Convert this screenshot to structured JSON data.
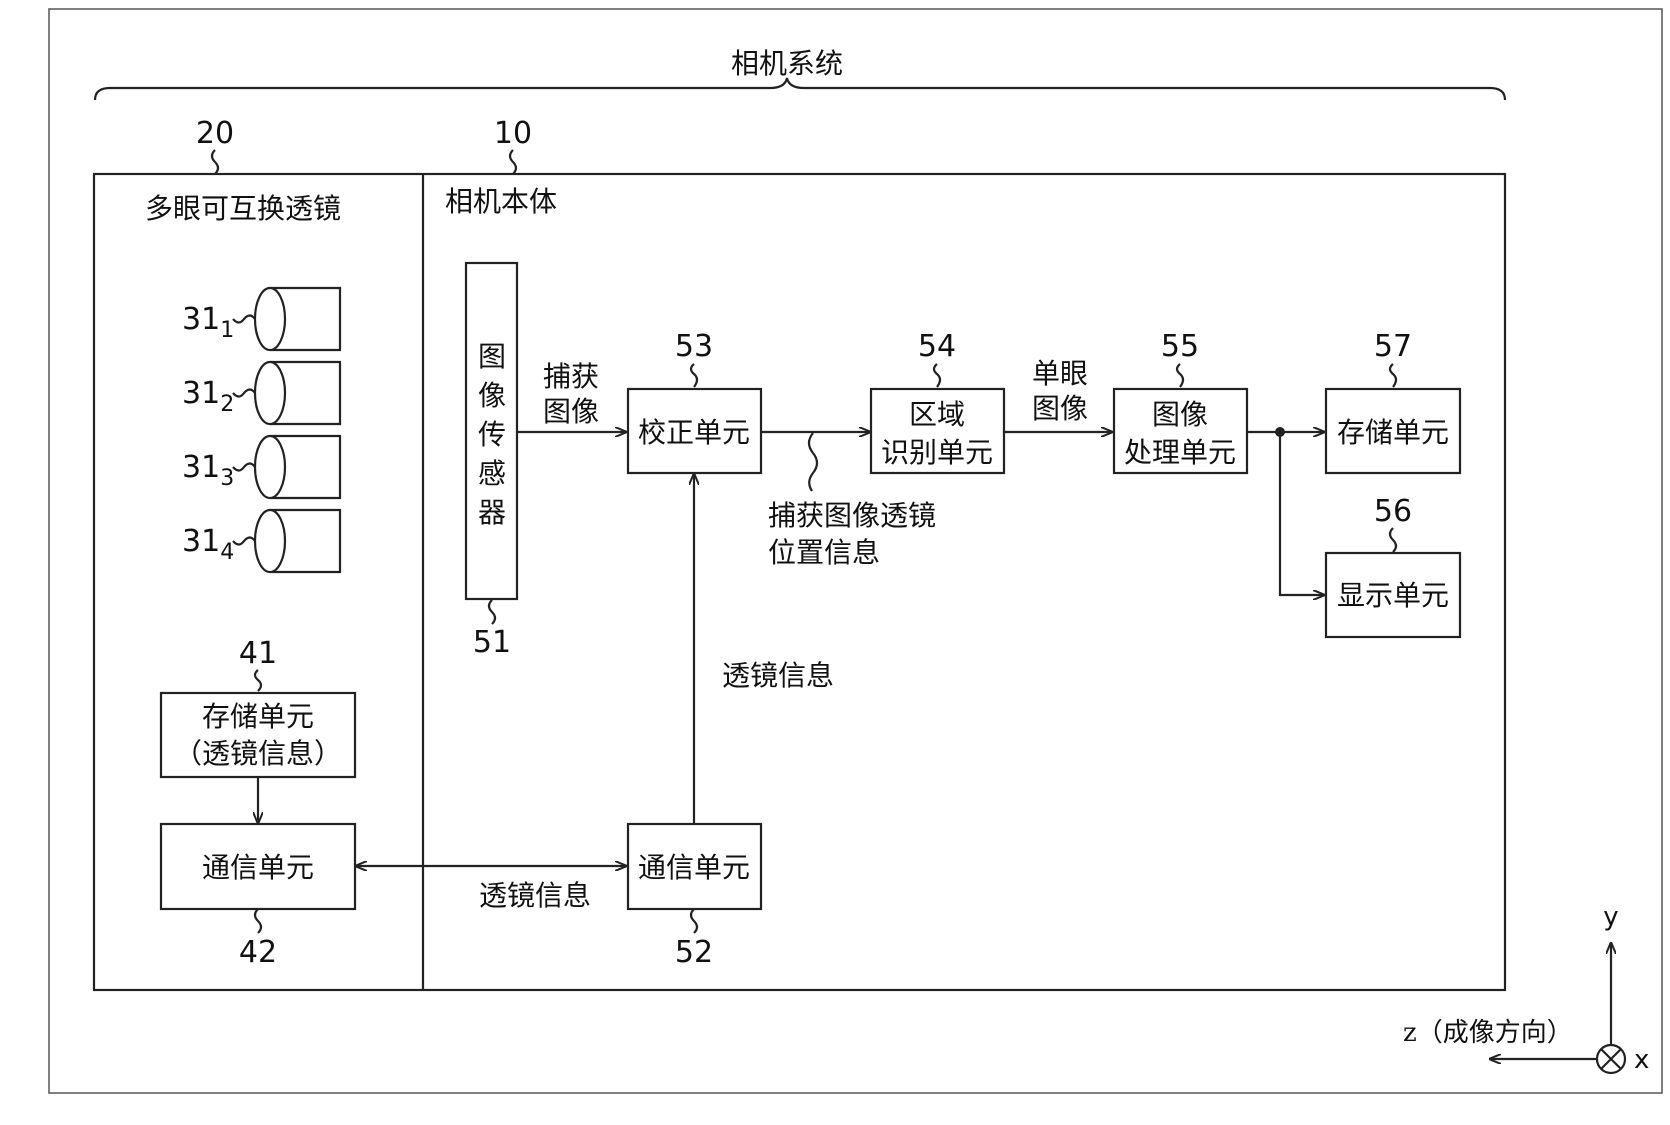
{
  "system": {
    "title": "相机系统"
  },
  "lens": {
    "ref": "20",
    "title": "多眼可互换透镜",
    "ommatidia": [
      {
        "ref": "31",
        "sub": "1"
      },
      {
        "ref": "31",
        "sub": "2"
      },
      {
        "ref": "31",
        "sub": "3"
      },
      {
        "ref": "31",
        "sub": "4"
      }
    ],
    "storage": {
      "ref": "41",
      "line1": "存储单元",
      "line2": "（透镜信息）"
    },
    "comm": {
      "ref": "42",
      "label": "通信单元"
    }
  },
  "body": {
    "ref": "10",
    "title": "相机本体",
    "sensor": {
      "ref": "51",
      "chars": [
        "图",
        "像",
        "传",
        "感",
        "器"
      ]
    },
    "correction": {
      "ref": "53",
      "label": "校正单元"
    },
    "region": {
      "ref": "54",
      "line1": "区域",
      "line2": "识别单元"
    },
    "processing": {
      "ref": "55",
      "line1": "图像",
      "line2": "处理单元"
    },
    "storage": {
      "ref": "57",
      "label": "存储单元"
    },
    "display": {
      "ref": "56",
      "label": "显示单元"
    },
    "comm": {
      "ref": "52",
      "label": "通信单元"
    }
  },
  "signals": {
    "captured_line1": "捕获",
    "captured_line2": "图像",
    "lens_pos_line1": "捕获图像透镜",
    "lens_pos_line2": "位置信息",
    "mono_line1": "单眼",
    "mono_line2": "图像",
    "lens_info_vertical": "透镜信息",
    "lens_info_horizontal": "透镜信息"
  },
  "axes": {
    "y": "y",
    "z": "z（成像方向）",
    "x": "x"
  }
}
